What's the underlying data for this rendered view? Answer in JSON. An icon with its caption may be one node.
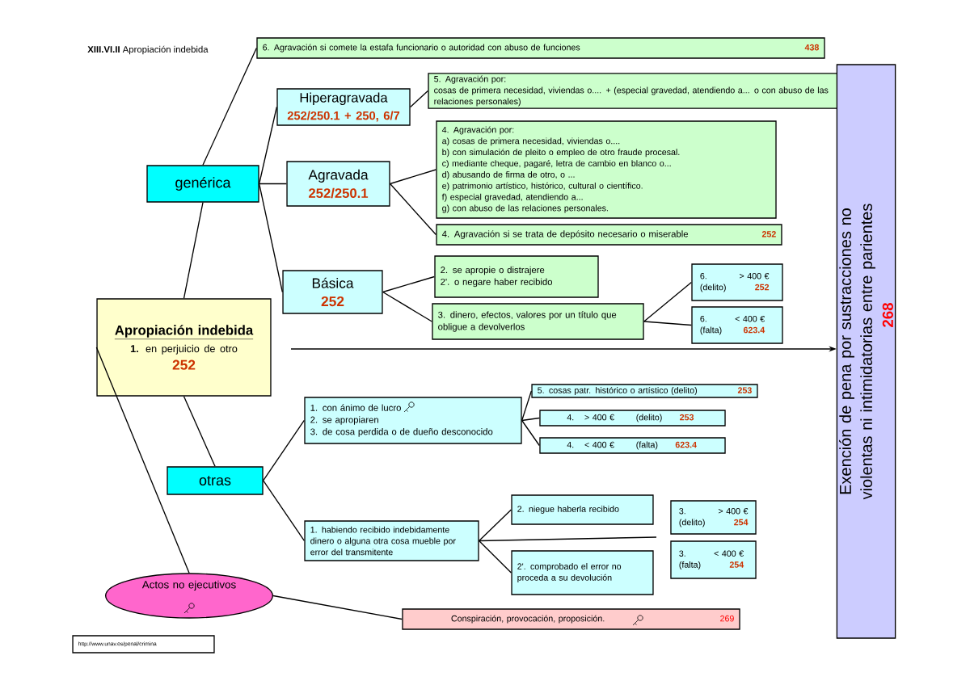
{
  "diagram": {
    "title": "**XIII.VI.II** Apropiación indebida",
    "nodes": [
      {
        "text": [
          "Apropiación indebida",
          "**1.** en perjuicio de otro",
          "252"
        ]
      },
      {
        "text": [
          "genérica"
        ]
      },
      {
        "text": [
          "6. Agravación si comete la estafa funcionario o autoridad con abuso de funciones",
          "438"
        ]
      },
      {
        "text": [
          "Hiperagravada",
          "252/250.1 + 250, 6/7"
        ]
      },
      {
        "text": [
          "5. Agravación por:",
          "cosas de primera necesidad, viviendas o.... + (especial gravedad, atendiendo a... o con abuso de las relaciones personales)"
        ]
      },
      {
        "text": [
          "Agravada",
          "252/250.1"
        ]
      },
      {
        "text": [
          "4. Agravación por:",
          "a) cosas de primera necesidad, viviendas o....",
          "b) con simulación de pleito o empleo de otro fraude procesal.",
          "c) mediante cheque, pagaré, letra de cambio en blanco o...",
          "d) abusando de firma de otro, o ...",
          "e) patrimonio artístico, histórico, cultural o científico.",
          "f) especial gravedad, atendiendo a...",
          "g) con abuso de las relaciones personales."
        ]
      },
      {
        "text": [
          "4. Agravación si se trata de depósito necesario o miserable",
          "252"
        ]
      },
      {
        "text": [
          "Básica",
          "252"
        ]
      },
      {
        "text": [
          "2. se apropie o distrajere",
          "2'. o negare haber recibido"
        ]
      },
      {
        "text": [
          "3. dinero, efectos, valores por un título que obligue a devolverlos"
        ]
      },
      {
        "text": [
          "6.",
          "> 400 €",
          "(delito)",
          "252"
        ]
      },
      {
        "text": [
          "6.",
          "< 400 €",
          "(falta)",
          "623.4"
        ]
      },
      {
        "text": [
          "Exención de pena por sustracciones no violentas ni intimidatorias entre parientes",
          "268"
        ]
      },
      {
        "text": [
          "otras"
        ]
      },
      {
        "text": [
          "1. con ánimo de lucro",
          "2. se apropiaren",
          "3. de cosa perdida o de dueño desconocido"
        ]
      },
      {
        "text": [
          "5. cosas patr. histórico o artístico (delito)",
          "253"
        ]
      },
      {
        "text": [
          "4.",
          "> 400 €",
          "(delito)",
          "253"
        ]
      },
      {
        "text": [
          "4.",
          "< 400 €",
          "(falta)",
          "623.4"
        ]
      },
      {
        "text": [
          "1. habiendo recibido indebidamente dinero o alguna otra cosa mueble por error del transmitente"
        ]
      },
      {
        "text": [
          "2. niegue haberla recibido"
        ]
      },
      {
        "text": [
          "2'. comprobado el error no proceda a su devolución"
        ]
      },
      {
        "text": [
          "3.",
          "> 400 €",
          "(delito)",
          "254"
        ]
      },
      {
        "text": [
          "3.",
          "< 400 €",
          "(falta)",
          "254"
        ]
      },
      {
        "text": [
          "Actos no ejecutivos"
        ]
      },
      {
        "text": [
          "Conspiración, provocación, proposición.",
          "269"
        ]
      },
      {
        "text": [
          "http://www.unav.es/penal/crimina"
        ]
      }
    ],
    "edges": [
      {
        "from": 0,
        "to": 1,
        "arrow": "none"
      },
      {
        "from": 0,
        "to": 14,
        "arrow": "none"
      },
      {
        "from": 0,
        "to": 24,
        "arrow": "none"
      },
      {
        "from": 1,
        "to": 2,
        "arrow": "none"
      },
      {
        "from": 1,
        "to": 3,
        "arrow": "none"
      },
      {
        "from": 1,
        "to": 5,
        "arrow": "none"
      },
      {
        "from": 1,
        "to": 8,
        "arrow": "none"
      },
      {
        "from": 3,
        "to": 4,
        "arrow": "none"
      },
      {
        "from": 5,
        "to": 6,
        "arrow": "none"
      },
      {
        "from": 5,
        "to": 7,
        "arrow": "none"
      },
      {
        "from": 8,
        "to": 9,
        "arrow": "none"
      },
      {
        "from": 8,
        "to": 10,
        "arrow": "none"
      },
      {
        "from": 10,
        "to": 11,
        "arrow": "none"
      },
      {
        "from": 10,
        "to": 12,
        "arrow": "none"
      },
      {
        "from": 14,
        "to": 15,
        "arrow": "none"
      },
      {
        "from": 14,
        "to": 19,
        "arrow": "none"
      },
      {
        "from": 15,
        "to": 16,
        "arrow": "none"
      },
      {
        "from": 15,
        "to": 17,
        "arrow": "none"
      },
      {
        "from": 15,
        "to": 18,
        "arrow": "none"
      },
      {
        "from": 19,
        "to": 20,
        "arrow": "none"
      },
      {
        "from": 19,
        "to": 21,
        "arrow": "none"
      },
      {
        "from": 19,
        "to": null,
        "arrow": "none"
      },
      {
        "from": null,
        "to": 13,
        "arrow": "to"
      },
      {
        "from": 24,
        "to": 25,
        "arrow": "none"
      }
    ]
  }
}
